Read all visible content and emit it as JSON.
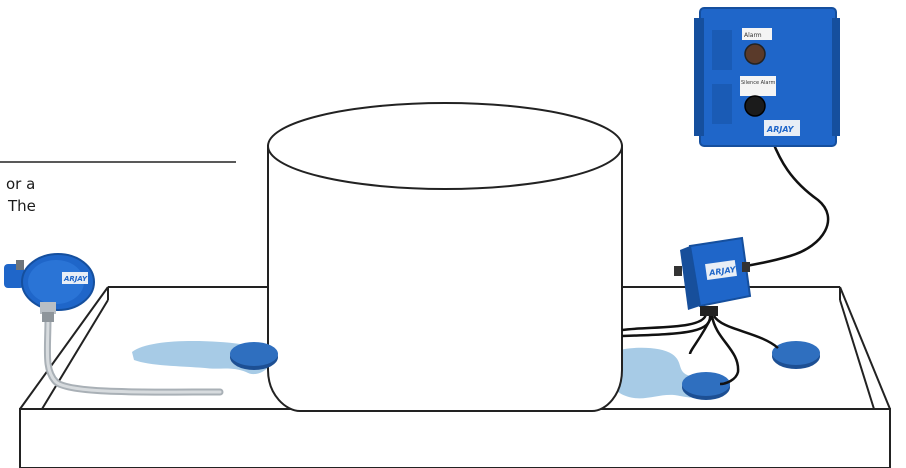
{
  "caption": {
    "line1": "or a",
    "line2": "The"
  },
  "devices": {
    "wall_panel": {
      "label_top": "Alarm",
      "label_bottom": "Silence Alarm",
      "logo": "ARJAY"
    },
    "junction_box": {
      "logo": "ARJAY"
    },
    "transmitter": {
      "logo": "ARJAY"
    }
  },
  "colors": {
    "device_blue": "#1f66c9",
    "device_blue_dark": "#154f9e",
    "spill_blue": "#a7cbe6",
    "sensor_disc": "#2f6fbf",
    "outline": "#222222"
  }
}
